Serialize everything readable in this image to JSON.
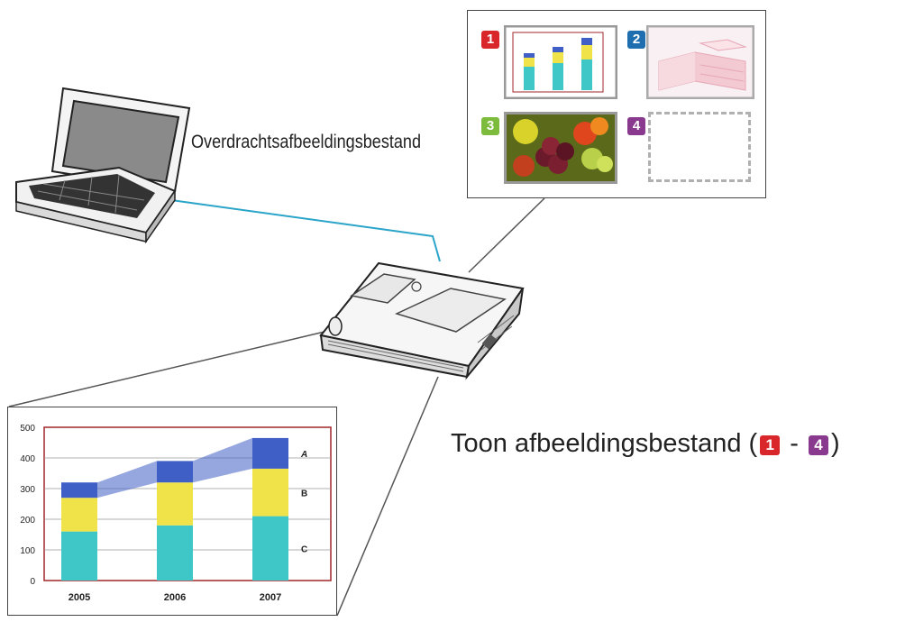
{
  "labels": {
    "transfer": "Overdrachtsafbeeldingsbestand",
    "display_prefix": "Toon afbeeldingsbestand (",
    "display_sep": " - ",
    "display_suffix": ")"
  },
  "badges": [
    {
      "num": "1",
      "color": "#d8262b"
    },
    {
      "num": "2",
      "color": "#1f6fb0"
    },
    {
      "num": "3",
      "color": "#7dbb3c"
    },
    {
      "num": "4",
      "color": "#8a3a8e"
    }
  ],
  "colors": {
    "cable": "#2aa4c8",
    "segment_c": "#3fc6c6",
    "segment_b": "#f0e34a",
    "segment_a": "#3f5fc6",
    "frame": "#a0262b"
  },
  "chart_data": {
    "type": "bar",
    "stacked": true,
    "categories": [
      "2005",
      "2006",
      "2007"
    ],
    "series": [
      {
        "name": "C",
        "values": [
          160,
          180,
          210
        ]
      },
      {
        "name": "B",
        "values": [
          110,
          140,
          155
        ]
      },
      {
        "name": "A",
        "values": [
          50,
          70,
          100
        ]
      }
    ],
    "ylim": [
      0,
      500
    ],
    "yticks": [
      "0",
      "100",
      "200",
      "300",
      "400",
      "500"
    ],
    "grid": true
  }
}
